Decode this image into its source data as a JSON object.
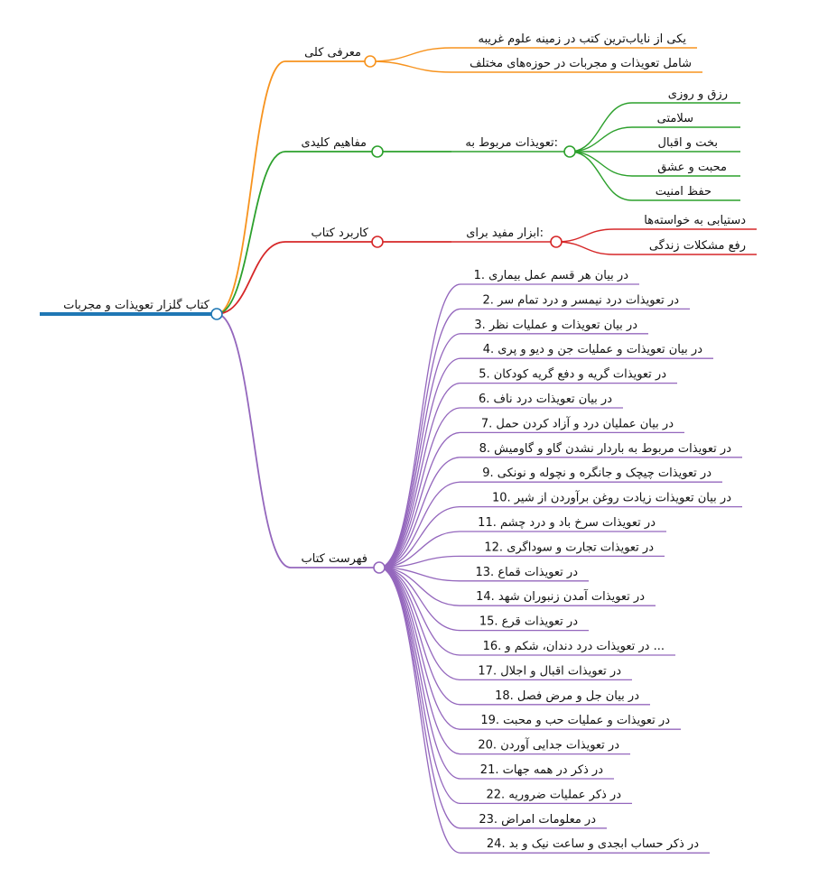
{
  "root": {
    "label": "کتاب گلزار تعویذات و مجربات",
    "color": "#1f77b4"
  },
  "branches": [
    {
      "label": "معرفی کلی",
      "color": "#f7931e",
      "children": [
        {
          "label": "یکی از نایاب‌ترین کتب در زمینه علوم غریبه"
        },
        {
          "label": "شامل تعویذات و مجربات در حوزه‌های مختلف"
        }
      ]
    },
    {
      "label": "مفاهیم کلیدی",
      "color": "#2ca02c",
      "children": [
        {
          "label": "تعویذات مربوط به:",
          "children": [
            {
              "label": "رزق و روزی"
            },
            {
              "label": "سلامتی"
            },
            {
              "label": "بخت و اقبال"
            },
            {
              "label": "محبت و عشق"
            },
            {
              "label": "حفظ امنیت"
            }
          ]
        }
      ]
    },
    {
      "label": "کاربرد کتاب",
      "color": "#d62728",
      "children": [
        {
          "label": "ابزار مفید برای:",
          "children": [
            {
              "label": "دستیابی به خواسته‌ها"
            },
            {
              "label": "رفع مشکلات زندگی"
            }
          ]
        }
      ]
    },
    {
      "label": "فهرست کتاب",
      "color": "#9467bd",
      "children": [
        {
          "label": "1. در بیان هر قسم عمل بیماری"
        },
        {
          "label": "2. در تعویذات درد نیمسر و درد تمام سر"
        },
        {
          "label": "3. در بیان تعویذات و عملیات نظر"
        },
        {
          "label": "4. در بیان تعویذات و عملیات جن و دیو و پری"
        },
        {
          "label": "5. در تعویذات گریه و دفع گریه کودکان"
        },
        {
          "label": "6. در بیان تعویذات درد ناف"
        },
        {
          "label": "7. در بیان عملیان درد و آزاد کردن حمل"
        },
        {
          "label": "8. در تعویذات مربوط به باردار نشدن گاو و گاومیش"
        },
        {
          "label": "9. در تعویذات چیچک و جانگره و نچوله و نونکی"
        },
        {
          "label": "10. در بیان تعویذات زیادت روغن برآوردن از شیر"
        },
        {
          "label": "11. در تعویذات سرخ باد و درد چشم"
        },
        {
          "label": "12. در تعویذات تجارت و سوداگری"
        },
        {
          "label": "13. در تعویذات قماع"
        },
        {
          "label": "14. در تعویذات آمدن زنبوران شهد"
        },
        {
          "label": "15. در تعویذات قرع"
        },
        {
          "label": "16. در تعویذات درد دندان، شکم و ..."
        },
        {
          "label": "17. در تعویذات اقبال و اجلال"
        },
        {
          "label": "18. در بیان جل و مرض فصل"
        },
        {
          "label": "19. در تعویذات و عملیات حب و محبت"
        },
        {
          "label": "20. در تعویذات جدایی آوردن"
        },
        {
          "label": "21. در ذکر در همه جهات"
        },
        {
          "label": "22. در ذکر عملیات ضروریه"
        },
        {
          "label": "23. در معلومات امراض"
        },
        {
          "label": "24. در ذکر حساب ابجدی و ساعت نیک و بد"
        }
      ]
    }
  ]
}
